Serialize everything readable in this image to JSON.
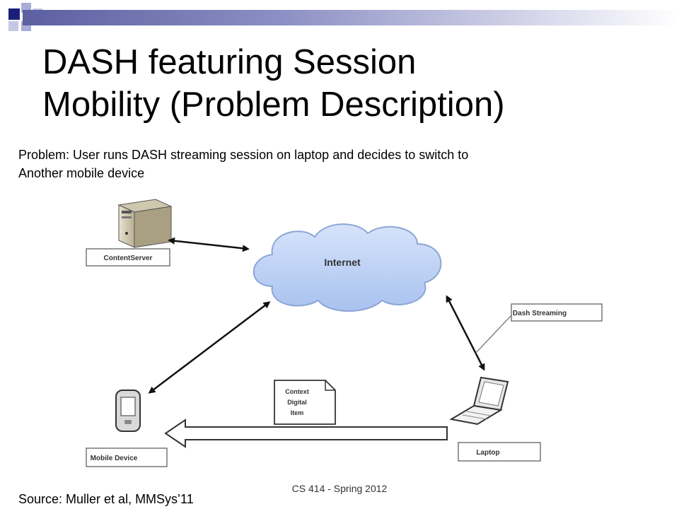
{
  "slide": {
    "title_line1": "DASH featuring Session",
    "title_line2": "Mobility (Problem Description)",
    "problem_line1": "Problem: User  runs DASH streaming session on laptop and decides to switch to",
    "problem_line2": "Another  mobile device",
    "footer": "CS 414 - Spring 2012",
    "source": "Source: Muller et al, MMSys’11",
    "accent_color": "#1a1f7a"
  },
  "diagram": {
    "content_server_label": "ContentServer",
    "internet_label": "Internet",
    "dash_streaming_label": "Dash Streaming",
    "laptop_label": "Laptop",
    "mobile_device_label": "Mobile Device",
    "context_line1": "Context",
    "context_line2": "Digital",
    "context_line3": "Item"
  }
}
